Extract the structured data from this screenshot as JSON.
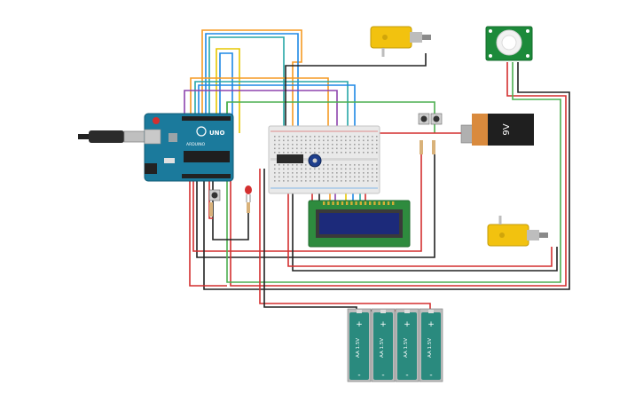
{
  "arduino": {
    "board_label": "UNO",
    "brand_label": "ARDUINO"
  },
  "battery_9v": {
    "label": "9V"
  },
  "aa_batteries": [
    {
      "label": "AA 1.5V",
      "plus": "+",
      "minus": "-"
    },
    {
      "label": "AA 1.5V",
      "plus": "+",
      "minus": "-"
    },
    {
      "label": "AA 1.5V",
      "plus": "+",
      "minus": "-"
    },
    {
      "label": "AA 1.5V",
      "plus": "+",
      "minus": "-"
    }
  ],
  "colors": {
    "arduino": "#1b7a9c",
    "breadboard": "#e9e9e9",
    "lcd_bezel": "#2e8b3e",
    "lcd_screen": "#1c2a7a",
    "motor": "#f2c20f",
    "pir": "#1c8a3a",
    "battery_9v": "#d98a3d",
    "aa_cell": "#2a8a7e",
    "wire_red": "#d32f2f",
    "wire_black": "#222222",
    "wire_green": "#4caf50",
    "wire_orange": "#f59a23",
    "wire_blue": "#1e88e5",
    "wire_purple": "#8e44ad",
    "wire_yellow": "#e6c700",
    "wire_teal": "#26a6a6"
  }
}
